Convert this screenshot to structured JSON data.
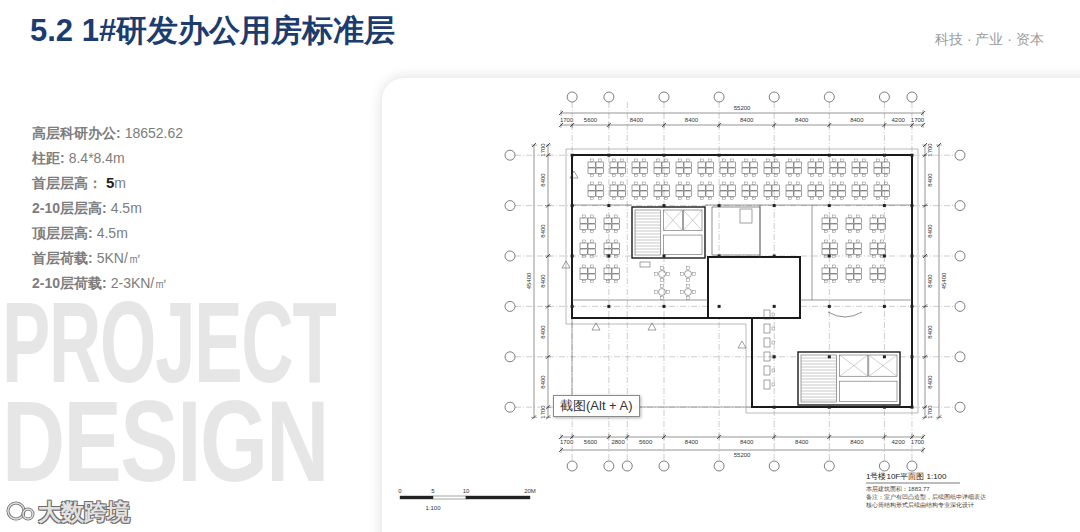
{
  "diagram": {
    "title": "5.2 1#研发办公用房标准层",
    "nodes": [
      {
        "text": [
          "截图(Alt + A)"
        ]
      }
    ],
    "labels": [
      "科技 · 产业 · 资本",
      "高层科研办公:",
      "18652.62",
      "柱距:",
      "8.4*8.4m",
      "首层层高：",
      "5",
      "m",
      "2-10层层高:",
      "4.5m",
      "顶层层高:",
      "4.5m",
      "首层荷载:",
      "5KN/㎡",
      "2-10层荷载:",
      "2-3KN/㎡",
      "PROJECT",
      "DESIGN",
      "55200",
      "1700",
      "5600",
      "8400",
      "8400",
      "8400",
      "8400",
      "8400",
      "4200",
      "1700",
      "1700",
      "5600",
      "2800",
      "5600",
      "8400",
      "8400",
      "8400",
      "8400",
      "4200",
      "1700",
      "55200",
      "45400",
      "1700",
      "8400",
      "8400",
      "8400",
      "8400",
      "8400",
      "1700",
      "45400",
      "1700",
      "8400",
      "8400",
      "8400",
      "8400",
      "8400",
      "1700",
      "1号楼10F平面图 1:100",
      "本层建筑面积：1883.77",
      "备注：室户有凹凸造型，后续图纸中详细表达",
      "核心筒结构形式后续由结构专业深化设计",
      "0",
      "5",
      "10",
      "20M",
      "1:100",
      "大数跨境"
    ]
  }
}
